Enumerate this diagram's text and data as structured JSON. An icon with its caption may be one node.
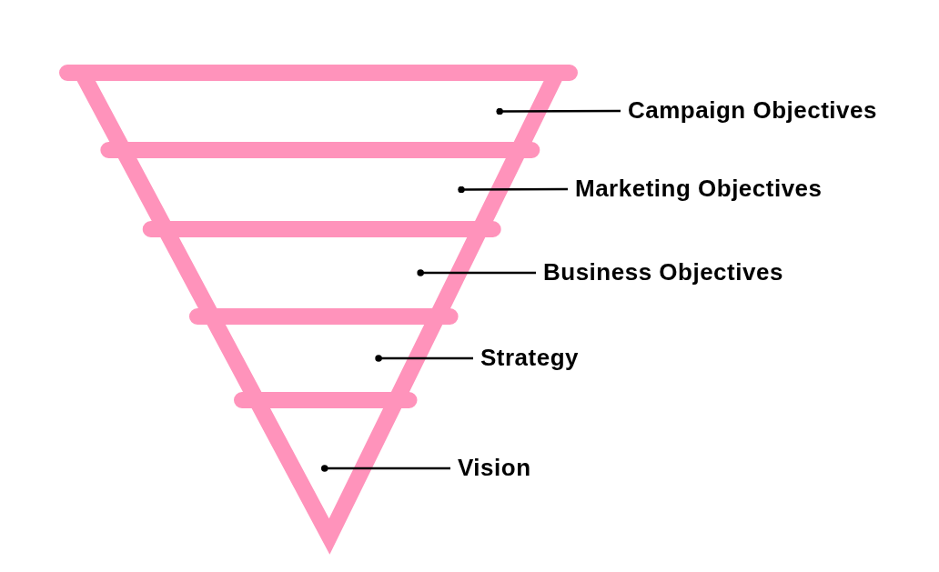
{
  "diagram": {
    "nodes": [
      {
        "text": [],
        "shape": "trapezoid"
      },
      {
        "text": [],
        "shape": "trapezoid"
      },
      {
        "text": [],
        "shape": "trapezoid"
      },
      {
        "text": [],
        "shape": "trapezoid"
      },
      {
        "text": [],
        "shape": "triangle"
      },
      {
        "text": [
          "Campaign Objectives"
        ]
      },
      {
        "text": [
          "Marketing Objectives"
        ]
      },
      {
        "text": [
          "Business Objectives"
        ]
      },
      {
        "text": [
          "Strategy"
        ]
      },
      {
        "text": [
          "Vision"
        ]
      }
    ],
    "edges": [
      {
        "from": 5,
        "to": 0,
        "arrow": "other"
      },
      {
        "from": 6,
        "to": 1,
        "arrow": "other"
      },
      {
        "from": 7,
        "to": 2,
        "arrow": "other"
      },
      {
        "from": 8,
        "to": 3,
        "arrow": "other"
      },
      {
        "from": 9,
        "to": 4,
        "arrow": "other"
      }
    ]
  }
}
